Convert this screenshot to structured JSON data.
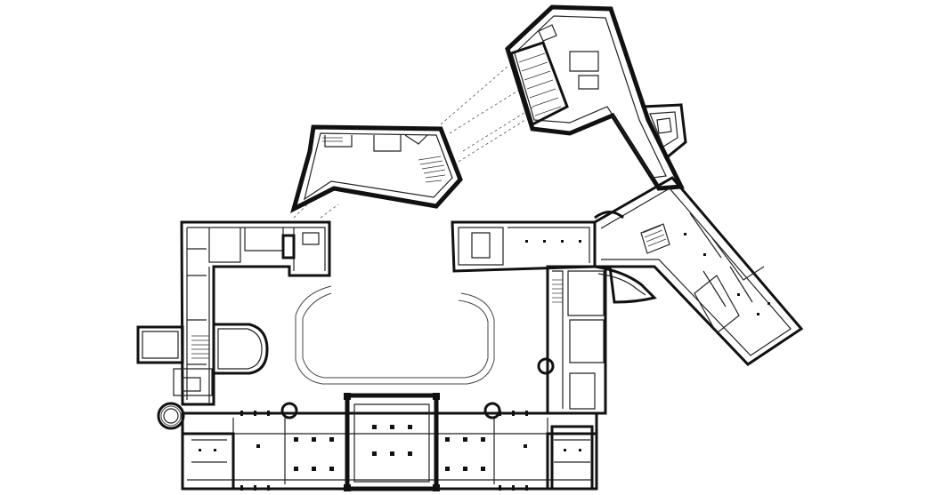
{
  "drawing": {
    "type": "architectural-floor-plan",
    "text_labels": [],
    "colors": {
      "line": "#111111",
      "background": "#ffffff"
    },
    "elements": [
      "new-extension-west-block",
      "new-extension-north-block",
      "new-extension-east-tip",
      "glass-bridge-link",
      "historic-west-wing",
      "historic-south-facade",
      "central-pavilion",
      "historic-east-wing",
      "angled-east-wing",
      "courtyard-track",
      "spiral-stair-west",
      "oval-chapel",
      "curved-bay-east"
    ]
  }
}
